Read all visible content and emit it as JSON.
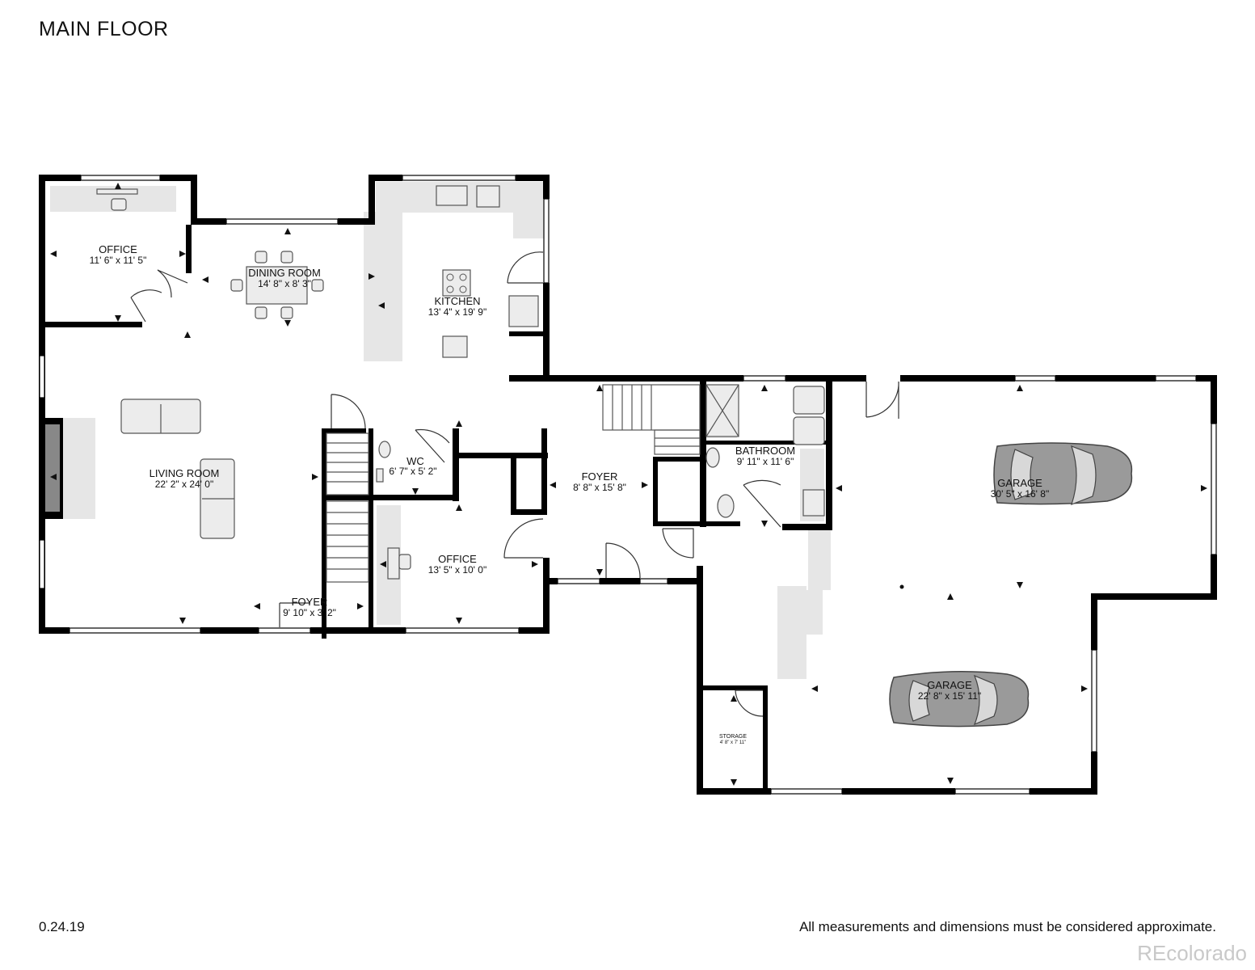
{
  "header": {
    "title": "MAIN FLOOR"
  },
  "footer": {
    "version": "0.24.19",
    "disclaimer": "All measurements and dimensions must be considered approximate.",
    "watermark": "REcolorado"
  },
  "rooms": [
    {
      "id": "office-1",
      "name": "OFFICE",
      "dims": "11' 6\" x 11' 5\""
    },
    {
      "id": "dining-room",
      "name": "DINING ROOM",
      "dims": "14' 8\" x 8' 3\""
    },
    {
      "id": "kitchen",
      "name": "KITCHEN",
      "dims": "13' 4\" x 19' 9\""
    },
    {
      "id": "living-room",
      "name": "LIVING ROOM",
      "dims": "22' 2\" x 24' 0\""
    },
    {
      "id": "wc",
      "name": "WC",
      "dims": "6' 7\" x 5' 2\""
    },
    {
      "id": "foyer-main",
      "name": "FOYER",
      "dims": "8' 8\" x 15' 8\""
    },
    {
      "id": "bathroom",
      "name": "BATHROOM",
      "dims": "9' 11\" x 11' 6\""
    },
    {
      "id": "garage-1",
      "name": "GARAGE",
      "dims": "30' 5\" x 16' 8\""
    },
    {
      "id": "office-2",
      "name": "OFFICE",
      "dims": "13' 5\" x 10' 0\""
    },
    {
      "id": "foyer-front",
      "name": "FOYER",
      "dims": "9' 10\" x 3' 2\""
    },
    {
      "id": "garage-2",
      "name": "GARAGE",
      "dims": "22' 8\" x 15' 11\""
    },
    {
      "id": "storage",
      "name": "STORAGE",
      "dims": "4' 8\" x 7' 11\""
    }
  ],
  "icons": [
    "car-icon",
    "sofa-icon",
    "dining-table-icon",
    "desk-icon",
    "stairs-icon",
    "toilet-icon",
    "sink-icon",
    "door-swing-icon",
    "window-icon",
    "fireplace-icon",
    "washer-icon",
    "dryer-icon",
    "shower-icon",
    "range-icon"
  ]
}
